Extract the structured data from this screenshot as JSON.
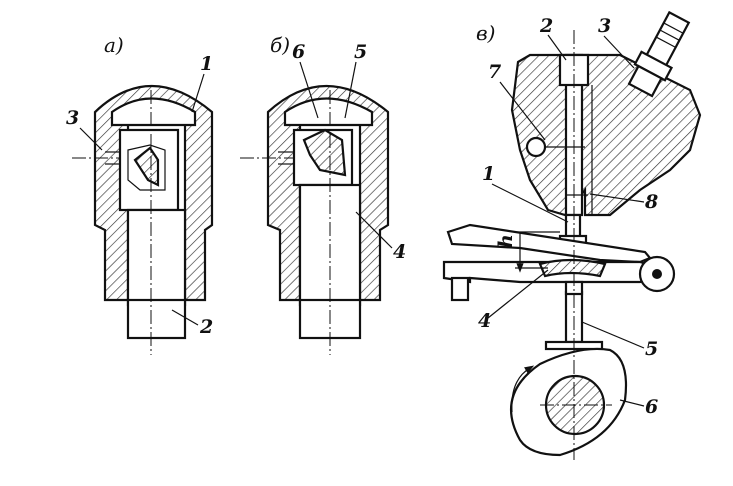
{
  "panels": {
    "a": "а)",
    "b": "б)",
    "c": "в)"
  },
  "labels_a": {
    "n1": "1",
    "n2": "2",
    "n3": "3"
  },
  "labels_b": {
    "n4": "4",
    "n5": "5",
    "n6": "6"
  },
  "labels_c": {
    "n1": "1",
    "n2": "2",
    "n3": "3",
    "n4": "4",
    "n5": "5",
    "n6": "6",
    "n7": "7",
    "n8": "8",
    "gap": "h"
  }
}
